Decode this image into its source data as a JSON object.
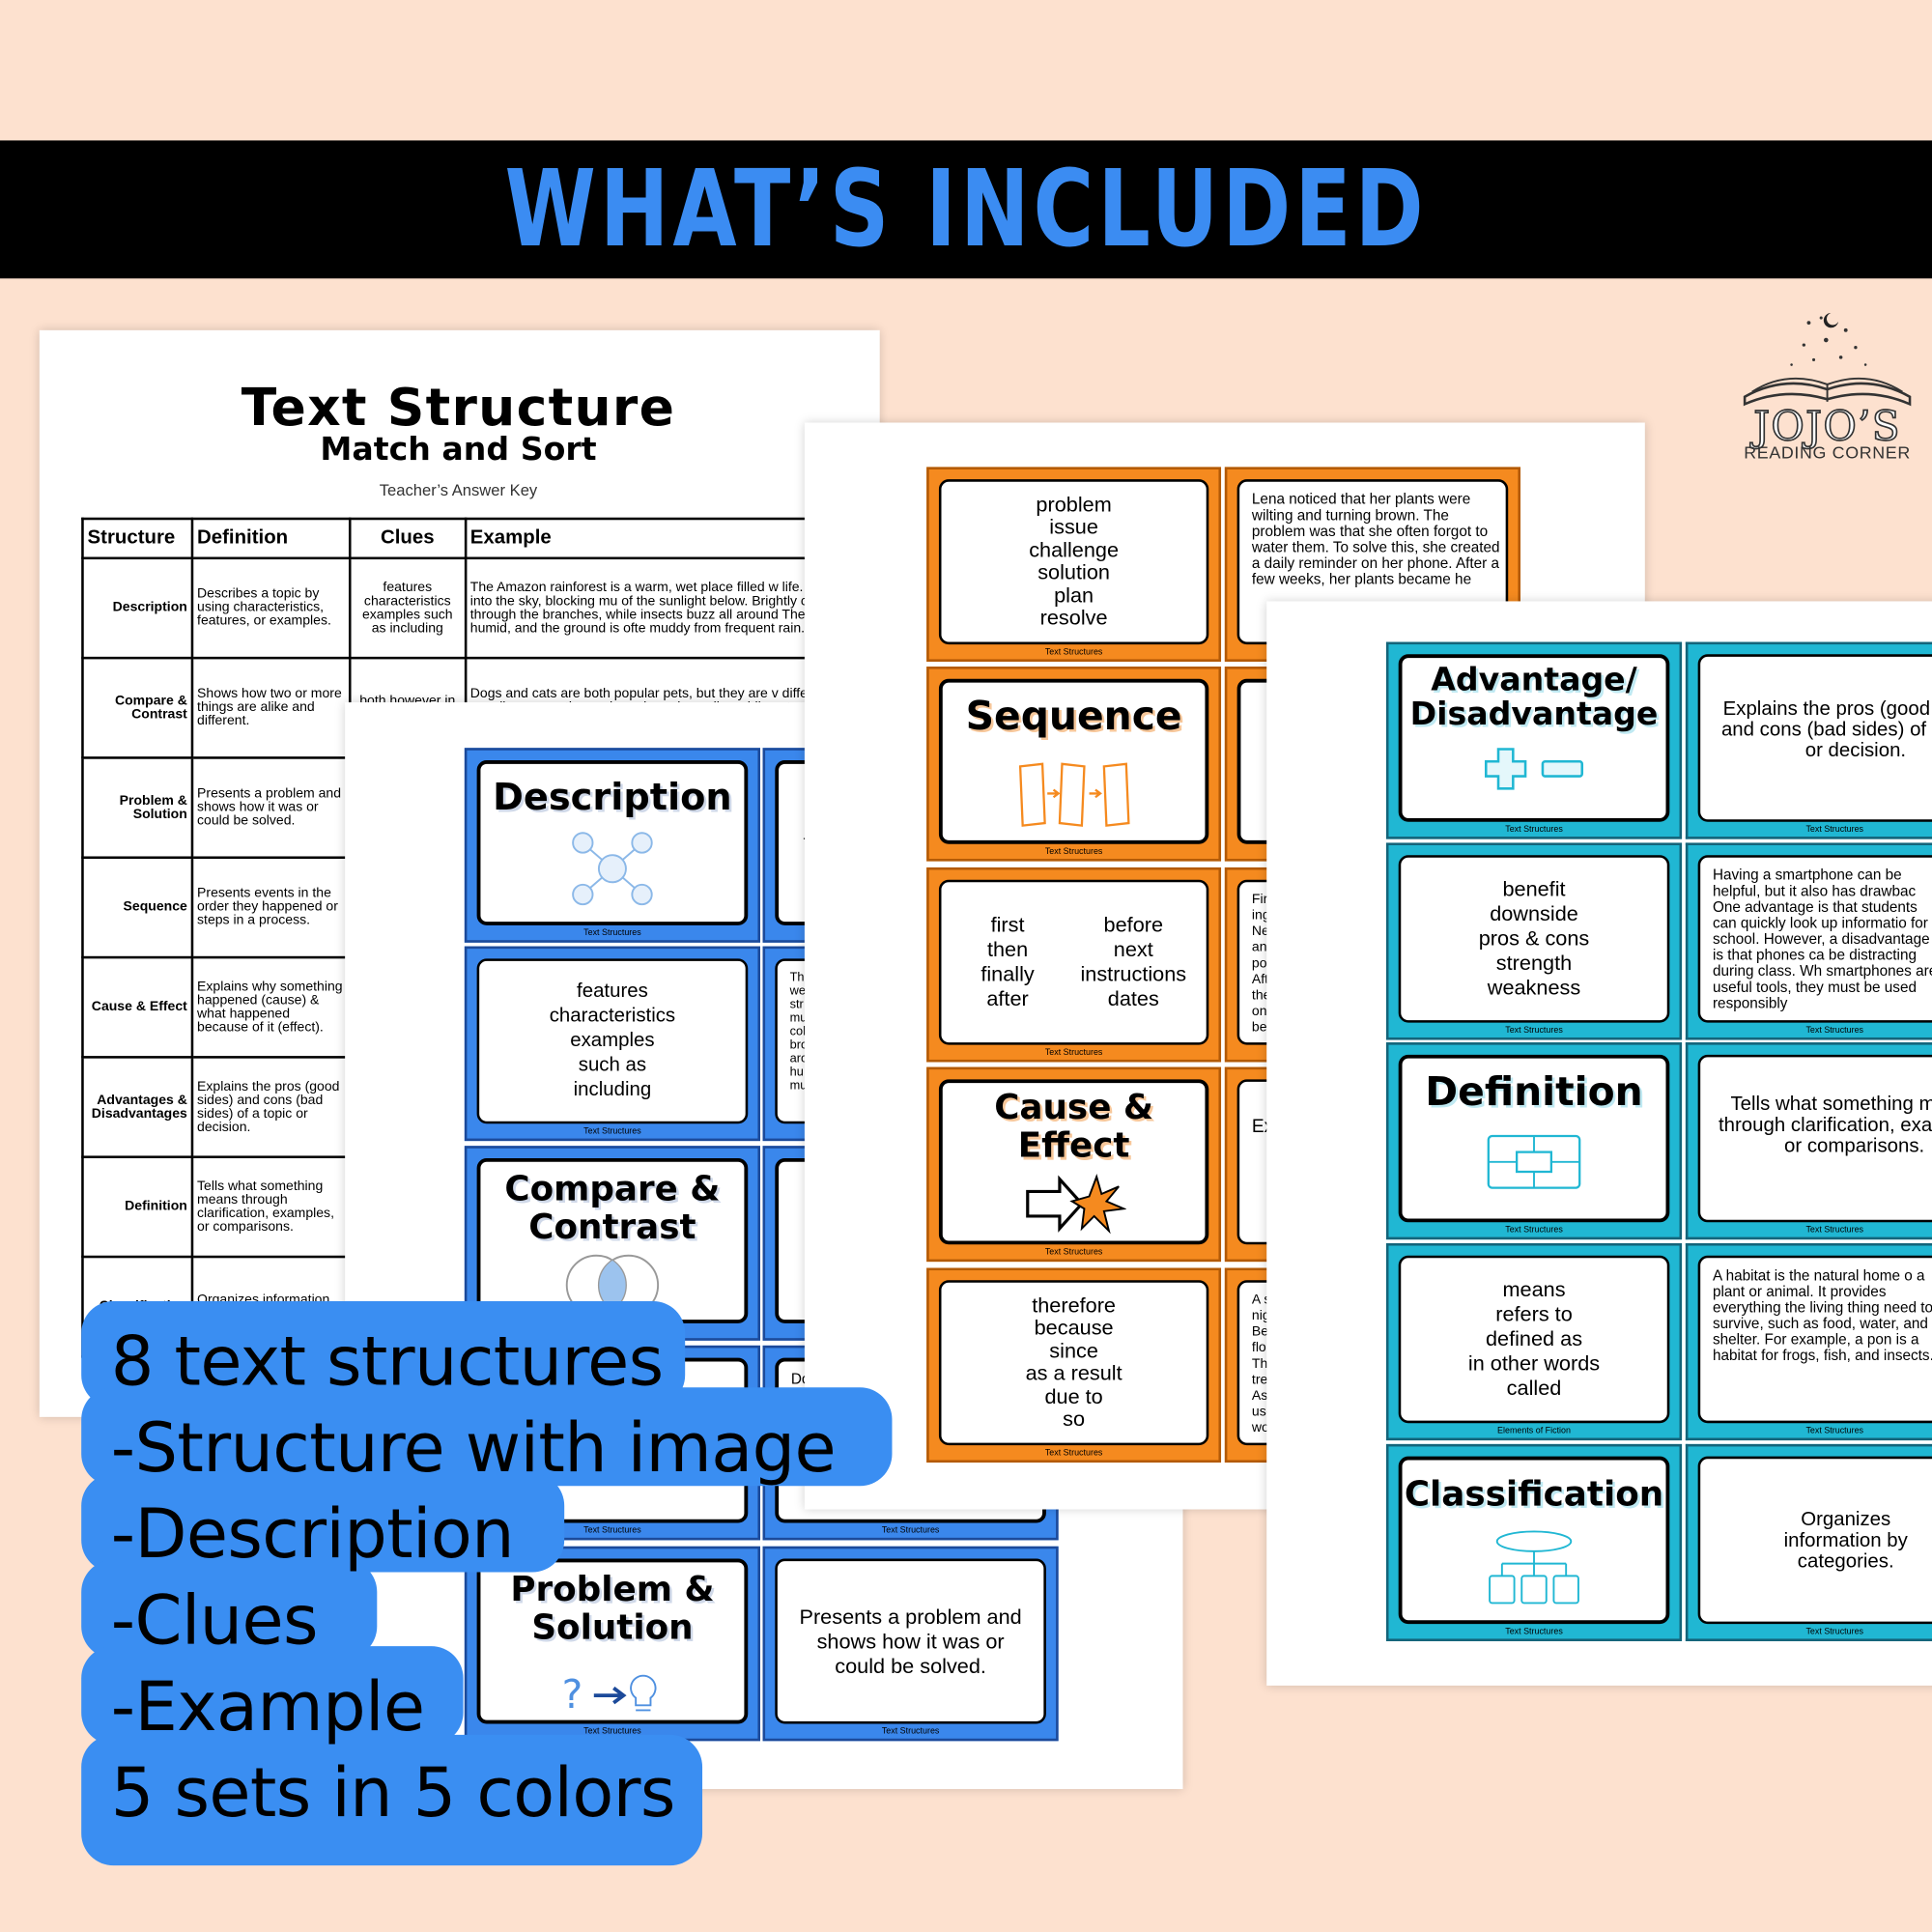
{
  "banner": {
    "title": "WHAT’S INCLUDED"
  },
  "logo": {
    "line1": "JOJO’S",
    "line2": "READING CORNER"
  },
  "answer_key": {
    "title": "Text Structure",
    "subtitle": "Match and Sort",
    "caption": "Teacher’s Answer Key",
    "headers": [
      "Structure",
      "Definition",
      "Clues",
      "Example"
    ],
    "rows": [
      {
        "structure": "Description",
        "definition": "Describes a topic by using characteristics, features, or examples.",
        "clues": "features characteristics examples such as including",
        "example": "The Amazon rainforest is a warm, wet place filled w life. Tall trees stretch high into the sky, blocking mu of the sunlight below. Brightly colored birds fly through the branches, while insects buzz all around The air feels thick and humid, and the ground is ofte muddy from frequent rain."
      },
      {
        "structure": "Compare & Contrast",
        "definition": "Shows how two or more things are alike and different.",
        "clues": "both however in contrast",
        "example": "Dogs and cats are both popular pets, but they are v different. Dogs are usually more active and need regular walks, while cats are more independent and"
      },
      {
        "structure": "Problem & Solution",
        "definition": "Presents a problem and shows how it was or could be solved.",
        "clues": "",
        "example": ""
      },
      {
        "structure": "Sequence",
        "definition": "Presents events in the order they happened or steps in a process.",
        "clues": "",
        "example": ""
      },
      {
        "structure": "Cause & Effect",
        "definition": "Explains why something happened (cause) & what happened because of it (effect).",
        "clues": "",
        "example": ""
      },
      {
        "structure": "Advantages & Disadvantages",
        "definition": "Explains the pros (good sides) and cons (bad sides) of a topic or decision.",
        "clues": "",
        "example": ""
      },
      {
        "structure": "Definition",
        "definition": "Tells what something means through clarification, examples, or comparisons.",
        "clues": "",
        "example": ""
      },
      {
        "structure": "Classification",
        "definition": "Organizes information by categories.",
        "clues": "",
        "example": ""
      }
    ]
  },
  "blue_set": {
    "footer": "Text Structures",
    "description_title": "Description",
    "description_clues": "features\ncharacteristics\nexamples\nsuch as\nincluding",
    "compare_title": "Compare &\nContrast",
    "problem_title": "Problem &\nSolution",
    "problem_definition": "Presents a problem and shows how it was or could be solved.",
    "partial_f": "f",
    "partial_ex": "The\nwe\nstr\nmu\ncol\nbro\naro\nhu\nmu",
    "partial_do": "Do"
  },
  "orange_set": {
    "footer": "Text Structures",
    "problem_clues": "problem\nissue\nchallenge\nsolution\nplan\nresolve",
    "problem_example": "Lena noticed that her plants were wilting and turning brown. The problem was that she often forgot to water them. To solve this, she created a daily reminder on her phone. After a few weeks, her plants became he",
    "sequence_title": "Sequence",
    "sequence_clues_left": "first\nthen\nfinally\nafter",
    "sequence_clues_right": "before\nnext\ninstructions\ndates",
    "cause_title": "Cause &\nEffect",
    "cause_clues": "therefore\nbecause\nsince\nas a result\ndue to\nso",
    "partial_seq_example": "Firs\ning\nNe\nan\npo\nAft\nthe\non\nbe",
    "partial_ex": "Ex",
    "partial_cause_example": "A s\nnig\nBe\nflo\nTh\ntre\nAs\nuse\nwo"
  },
  "teal_set": {
    "footer": "Text Structures",
    "footer_fiction": "Elements of Fiction",
    "adv_title": "Advantage/\nDisadvantage",
    "adv_definition": "Explains the pros (good sides) and cons (bad sides) of a topic or decision.",
    "adv_clues": "benefit\ndownside\npros & cons\nstrength\nweakness",
    "adv_example": "Having a smartphone can be helpful, but it also has drawbac One advantage is that students can quickly look up informatio for school. However, a disadvantage is that phones ca be distracting during class. Wh smartphones are useful tools, they must be used responsibly",
    "def_title": "Definition",
    "def_definition": "Tells what something means through clarification, examples, or comparisons.",
    "def_clues": "means\nrefers to\ndefined as\nin other words\ncalled",
    "def_example": "A habitat is the natural home o a plant or animal. It provides everything the living thing need to survive, such as food, water, and shelter. For example, a pon is a habitat for frogs, fish, and insects.",
    "class_title": "Classification",
    "class_definition": "Organizes information by categories."
  },
  "callout": {
    "lines": [
      "8 text structures",
      "-Structure with image",
      "-Description",
      "-Clues",
      "-Example",
      "5 sets in 5 colors"
    ]
  },
  "colors": {
    "accent_blue": "#3a8ef2",
    "orange": "#f58a1f",
    "teal": "#20b7d3",
    "background": "#fde1cf"
  }
}
